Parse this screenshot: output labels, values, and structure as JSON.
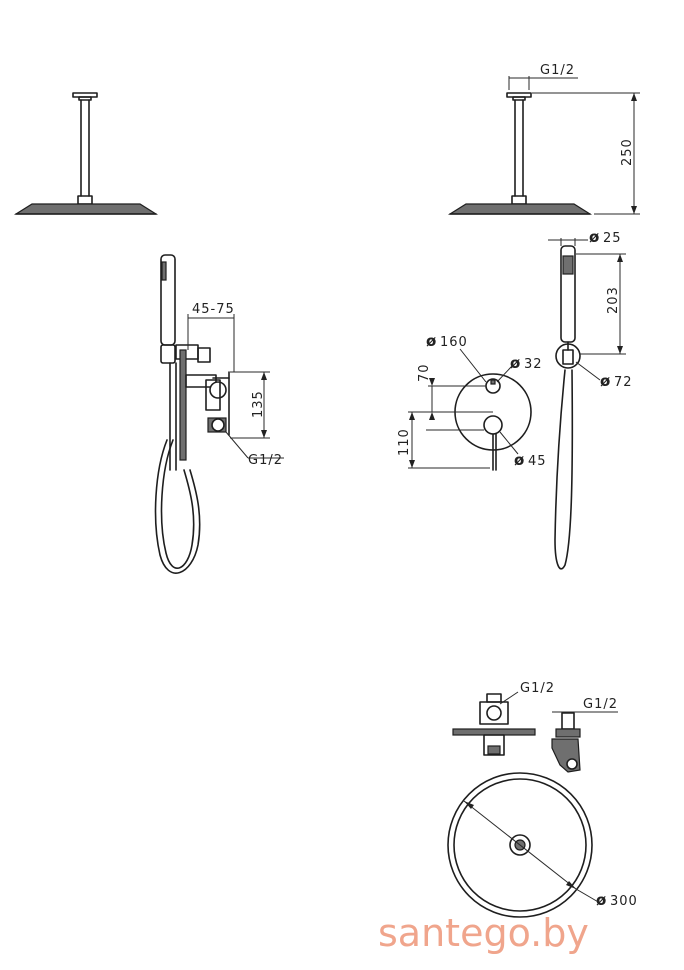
{
  "labels": {
    "thread_top": "G1/2",
    "arm_height": "250",
    "hand_diam": "25",
    "hand_len": "203",
    "wall_plate_diam": "160",
    "knob_small_diam": "32",
    "holder_diam": "72",
    "dist_70": "70",
    "dist_110": "110",
    "knob_large_diam": "45",
    "range_45_75": "45-75",
    "dist_135": "135",
    "thread_side": "G1/2",
    "thread_valve": "G1/2",
    "thread_spout": "G1/2",
    "head_diam": "300"
  },
  "diameter_symbol": "ø",
  "watermark": "santego.by"
}
